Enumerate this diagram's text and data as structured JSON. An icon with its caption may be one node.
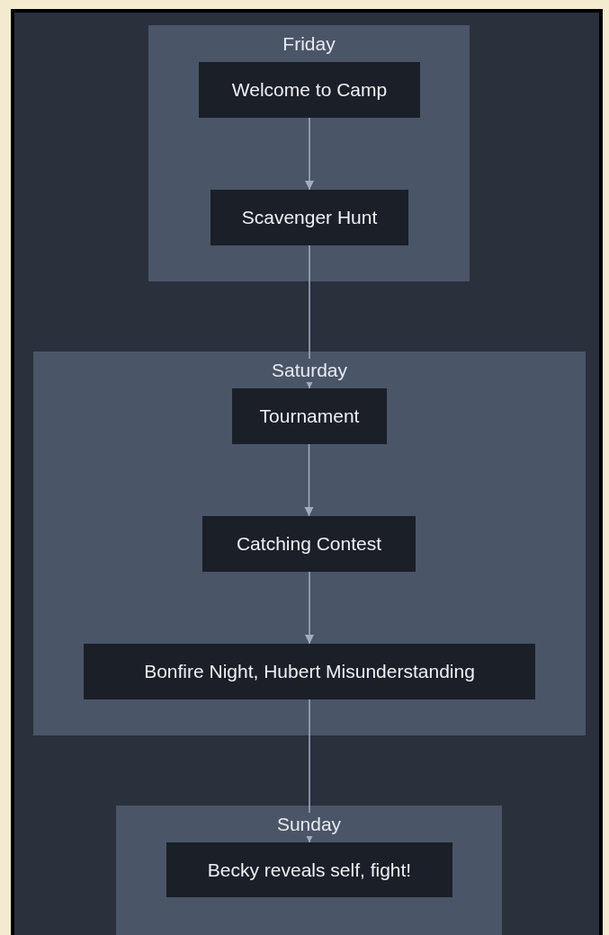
{
  "diagram": {
    "nodes": [
      {
        "text": [
          "Friday"
        ]
      },
      {
        "text": [
          "Welcome to Camp"
        ],
        "in": 0
      },
      {
        "text": [
          "Scavenger Hunt"
        ],
        "in": 0
      },
      {
        "text": [
          "Saturday"
        ]
      },
      {
        "text": [
          "Tournament"
        ],
        "in": 3
      },
      {
        "text": [
          "Catching Contest"
        ],
        "in": 3
      },
      {
        "text": [
          "Bonfire Night, Hubert Misunderstanding"
        ],
        "in": 3
      },
      {
        "text": [
          "Sunday"
        ]
      },
      {
        "text": [
          "Becky reveals self, fight!"
        ],
        "in": 7
      }
    ],
    "edges": [
      {
        "from": 1,
        "to": 2,
        "arrow": "to"
      },
      {
        "from": 2,
        "to": 4,
        "arrow": "to"
      },
      {
        "from": 4,
        "to": 5,
        "arrow": "to"
      },
      {
        "from": 5,
        "to": 6,
        "arrow": "to"
      },
      {
        "from": 6,
        "to": 8,
        "arrow": "to"
      }
    ]
  }
}
